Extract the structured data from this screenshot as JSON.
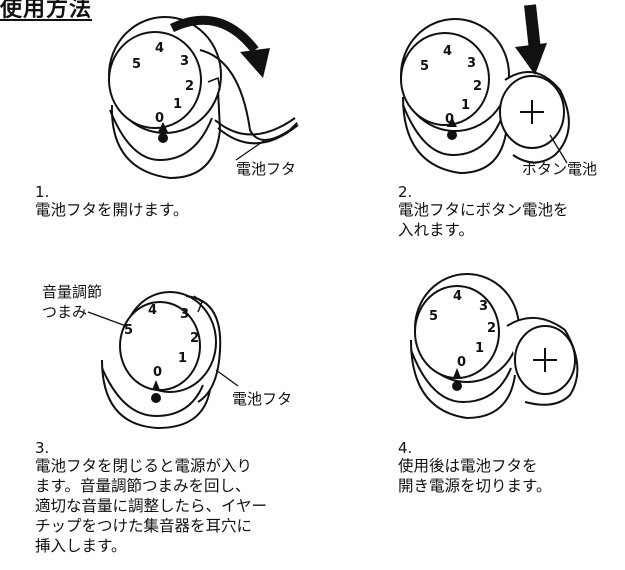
{
  "header": {
    "title": "使用方法"
  },
  "steps": [
    {
      "number": "1.",
      "lines": [
        "電池フタを開けます。"
      ],
      "callout": "電池フタ"
    },
    {
      "number": "2.",
      "lines": [
        "電池フタにボタン電池を",
        "入れます。"
      ],
      "callout": "ボタン電池"
    },
    {
      "number": "3.",
      "lines": [
        "電池フタを閉じると電源が入り",
        "ます。音量調節つまみを回し、",
        "適切な音量に調整したら、イヤー",
        "チップをつけた集音器を耳穴に",
        "挿入します。"
      ],
      "callout": "電池フタ",
      "dial_label": [
        "音量調節",
        "つまみ"
      ]
    },
    {
      "number": "4.",
      "lines": [
        "使用後は電池フタを",
        "開き電源を切ります。"
      ]
    }
  ],
  "dial": {
    "numbers": [
      "0",
      "1",
      "2",
      "3",
      "4",
      "5"
    ]
  },
  "battery": {
    "symbol": "+"
  }
}
